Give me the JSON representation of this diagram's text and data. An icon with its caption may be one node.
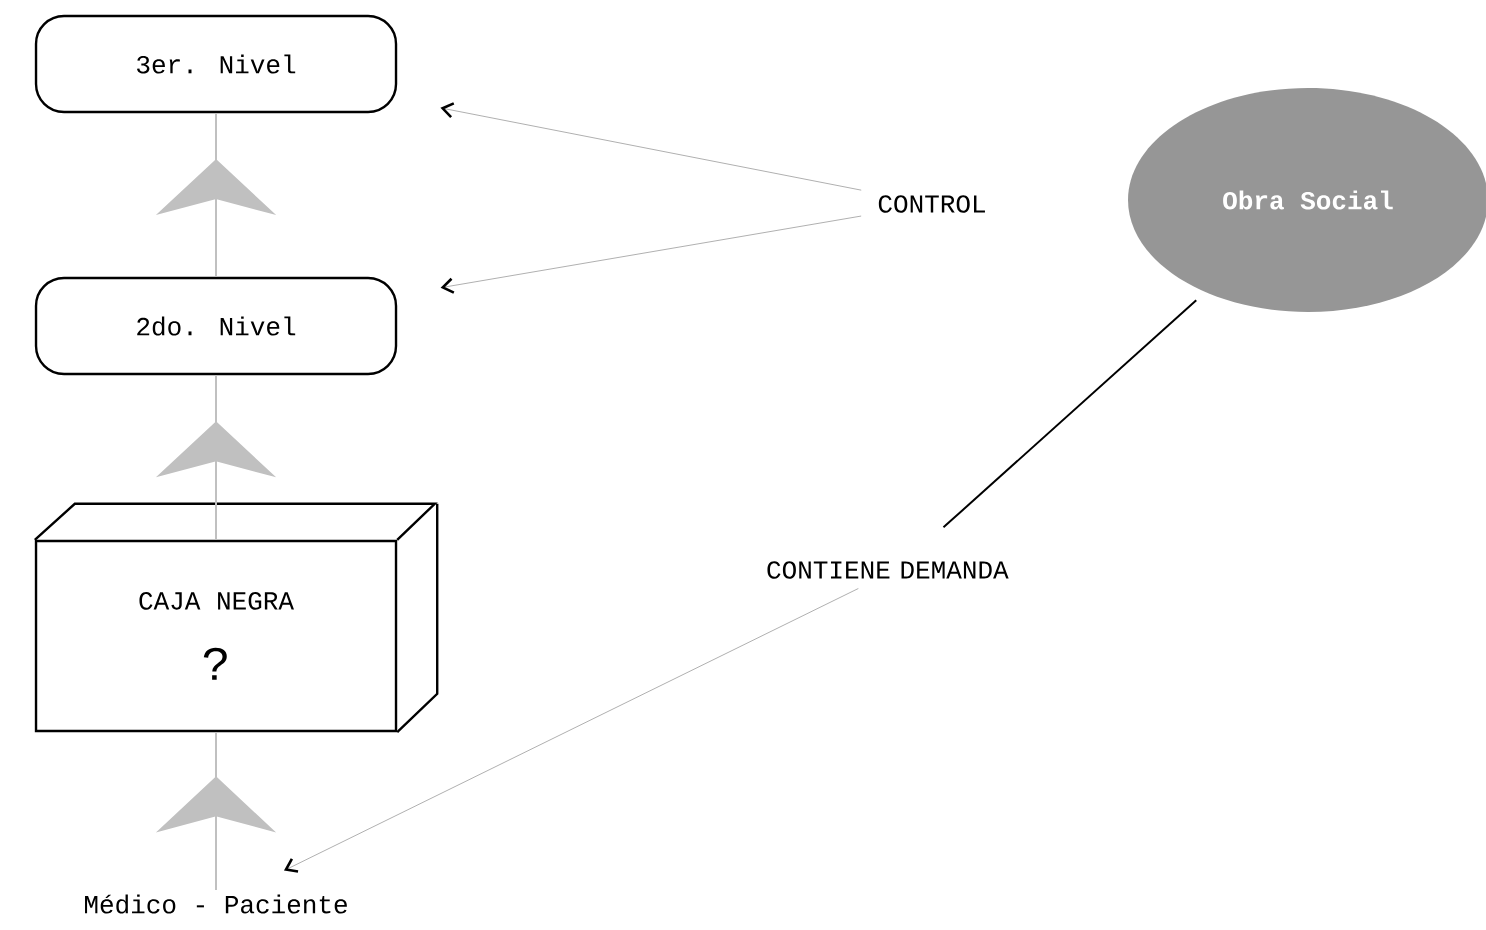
{
  "diagram": {
    "nodes": [
      {
        "text": [
          "3er. Nivel"
        ]
      },
      {
        "text": [
          "2do. Nivel"
        ]
      },
      {
        "text": [
          "CAJA NEGRA",
          "?"
        ]
      },
      {
        "text": [
          "Médico - Paciente"
        ]
      },
      {
        "text": [
          "CONTROL"
        ]
      },
      {
        "text": [
          "Obra Social"
        ]
      },
      {
        "text": [
          "CONTIENE DEMANDA"
        ]
      }
    ],
    "edges": [
      {
        "from": 3,
        "to": 2,
        "arrow": "to",
        "color": "#c0c0c0"
      },
      {
        "from": 2,
        "to": 1,
        "arrow": "to",
        "color": "#c0c0c0"
      },
      {
        "from": 1,
        "to": 0,
        "arrow": "to",
        "color": "#c0c0c0"
      },
      {
        "from": 4,
        "to": 0,
        "arrow": "to"
      },
      {
        "from": 4,
        "to": 1,
        "arrow": "to"
      },
      {
        "from": 5,
        "to": 6,
        "arrow": "none",
        "color": "#000000"
      },
      {
        "from": 6,
        "to": 3,
        "arrow": "to"
      }
    ]
  }
}
